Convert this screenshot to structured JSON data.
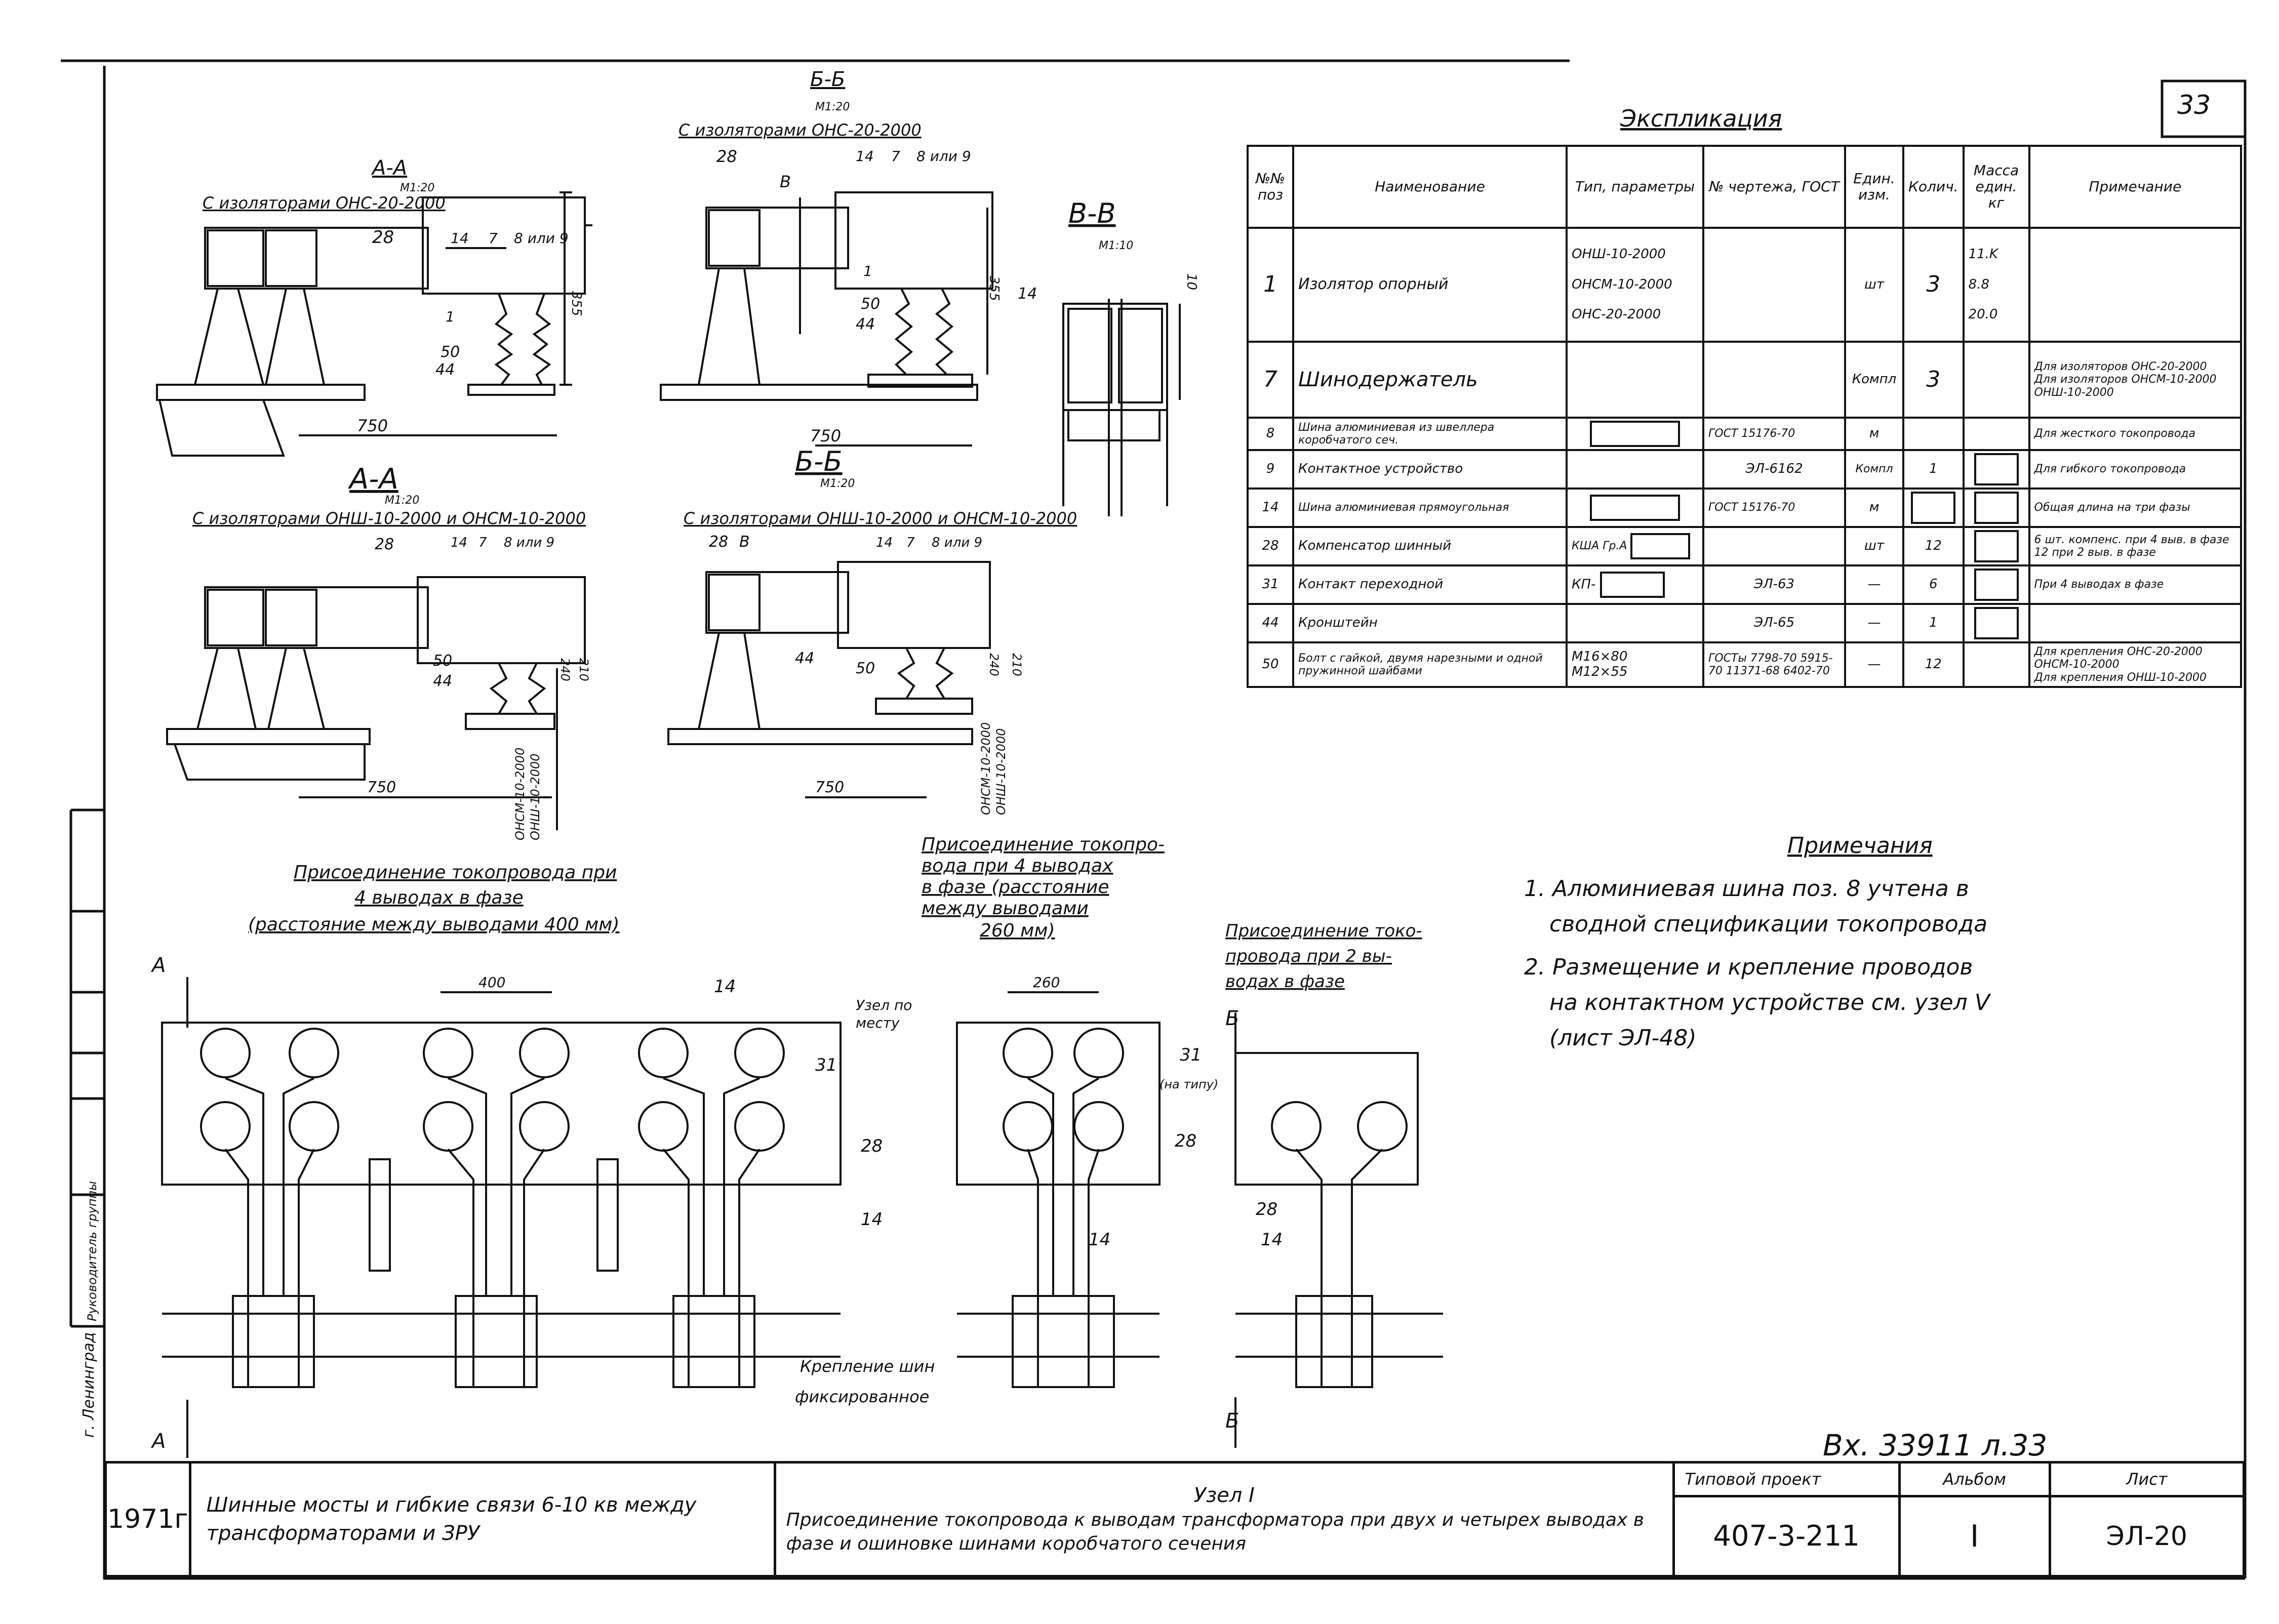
{
  "sheet_number": "33",
  "stamp": "Вх. 33911 л.33",
  "spec": {
    "title": "Экспликация",
    "headers": {
      "pos": "№№ поз",
      "name": "Наименование",
      "type": "Тип, параметры",
      "drawing": "№ чертежа, ГОСТ",
      "unit": "Един. изм.",
      "qty": "Колич.",
      "mass": "Масса един. кг",
      "note": "Примечание"
    },
    "rows": [
      {
        "pos": "1",
        "name": "Изолятор опорный",
        "type": [
          "ОНШ-10-2000",
          "ОНСМ-10-2000",
          "ОНС-20-2000"
        ],
        "drawing": "",
        "unit": "шт",
        "qty": "3",
        "mass": [
          "11.K",
          "8.8",
          "20.0"
        ],
        "note": ""
      },
      {
        "pos": "7",
        "name": "Шинодержатель",
        "type": "",
        "drawing": "",
        "unit": "Компл",
        "qty": "3",
        "mass": "",
        "note": [
          "Для изоляторов ОНС-20-2000",
          "Для изоляторов ОНСМ-10-2000 ОНШ-10-2000"
        ]
      },
      {
        "pos": "8",
        "name": "Шина алюминиевая из швеллера коробчатого сеч.",
        "type": "",
        "drawing": "ГОСТ 15176-70",
        "unit": "м",
        "qty": "",
        "mass": "",
        "note": "Для жесткого токопровода"
      },
      {
        "pos": "9",
        "name": "Контактное устройство",
        "type": "",
        "drawing": "ЭЛ-6162",
        "unit": "Компл",
        "qty": "1",
        "mass": "",
        "note": "Для гибкого токопровода"
      },
      {
        "pos": "14",
        "name": "Шина алюминиевая прямоугольная",
        "type": "",
        "drawing": "ГОСТ 15176-70",
        "unit": "м",
        "qty": "",
        "mass": "",
        "note": "Общая длина на три фазы"
      },
      {
        "pos": "28",
        "name": "Компенсатор шинный",
        "type": "КША Гр.А",
        "drawing": "",
        "unit": "шт",
        "qty": "12",
        "mass": "",
        "note": "6 шт. компенс. при 4 выв. в фазе 12 при 2 выв. в фазе"
      },
      {
        "pos": "31",
        "name": "Контакт переходной",
        "type": "КП-",
        "drawing": "ЭЛ-63",
        "unit": "—",
        "qty": "6",
        "mass": "",
        "note": "При 4 выводах в фазе"
      },
      {
        "pos": "44",
        "name": "Кронштейн",
        "type": "",
        "drawing": "ЭЛ-65",
        "unit": "—",
        "qty": "1",
        "mass": "",
        "note": ""
      },
      {
        "pos": "50",
        "name": "Болт с гайкой, двумя нарезными и одной пружинной шайбами",
        "type": [
          "М16×80",
          "М12×55"
        ],
        "drawing": "ГОСТы 7798-70 5915-70 11371-68 6402-70",
        "unit": "—",
        "qty": "12",
        "mass": "",
        "note": [
          "Для крепления ОНС-20-2000 ОНСМ-10-2000",
          "Для крепления ОНШ-10-2000"
        ]
      }
    ]
  },
  "views": {
    "aa1": {
      "title": "А-А",
      "scale": "М1:20",
      "sub": "С изоляторами ОНС-20-2000",
      "labels": [
        "28",
        "14",
        "7",
        "8 или 9",
        "1",
        "50",
        "44",
        "355",
        "750"
      ]
    },
    "bb1": {
      "title": "Б-Б",
      "scale": "М1:20",
      "sub": "С изоляторами ОНС-20-2000",
      "labels": [
        "28",
        "14",
        "7",
        "8 или 9",
        "1",
        "50",
        "44",
        "355",
        "750",
        "В"
      ]
    },
    "vv": {
      "title": "В-В",
      "scale": "М1:10",
      "labels": [
        "14",
        "10"
      ]
    },
    "aa2": {
      "title": "А-А",
      "scale": "М1:20",
      "sub": "С изоляторами ОНШ-10-2000 и ОНСМ-10-2000",
      "labels": [
        "28",
        "14",
        "7",
        "8 или 9",
        "50",
        "44",
        "240",
        "210",
        "750",
        "ОНСМ-10-2000",
        "ОНШ-10-2000"
      ]
    },
    "bb2": {
      "title": "Б-Б",
      "scale": "М1:20",
      "sub": "С изоляторами ОНШ-10-2000 и ОНСМ-10-2000",
      "labels": [
        "28",
        "В",
        "14",
        "7",
        "8 или 9",
        "44",
        "50",
        "240",
        "210",
        "750",
        "ОНСМ-10-2000",
        "ОНШ-10-2000"
      ]
    }
  },
  "conn": {
    "c4_400": [
      "Присоединение токопровода при",
      "4 выводах в фазе",
      "(расстояние между выводами 400 мм)"
    ],
    "c4_260": [
      "Присоединение токопро-",
      "вода при 4 выводах",
      "в фазе (расстояние",
      "между выводами",
      "260 мм)"
    ],
    "c2": [
      "Присоединение токо-",
      "провода при 2 вы-",
      "водах в фазе"
    ],
    "dims": {
      "d400": "400",
      "d260": "260"
    },
    "labels": {
      "pos14": "14",
      "pos31": "31",
      "pos28": "28",
      "weld": [
        "Узел по",
        "месту"
      ],
      "na_tip": "(на типу)",
      "fix": [
        "Крепление шин",
        "фиксированное"
      ],
      "A": "А",
      "B": "Б"
    }
  },
  "notes": {
    "title": "Примечания",
    "lines": [
      "1. Алюминиевая шина поз. 8 учтена в",
      "сводной спецификации токопровода",
      "2. Размещение и крепление проводов",
      "на контактном устройстве см. узел V",
      "(лист ЭЛ-48)"
    ]
  },
  "title_block": {
    "year": "1971г",
    "title": "Шинные мосты и гибкие связи 6-10 кв между трансформаторами и ЗРУ",
    "node": "Узел I",
    "desc": "Присоединение токопровода к выводам трансформатора при двух и четырех выводах в фазе и ошиновке шинами коробчатого сечения",
    "project_label": "Типовой проект",
    "project": "407-3-211",
    "album_label": "Альбом",
    "album": "I",
    "sheet_label": "Лист",
    "sheet": "ЭЛ-20"
  },
  "margin": {
    "city": "г. Ленинград",
    "role": "Руководитель группы"
  }
}
